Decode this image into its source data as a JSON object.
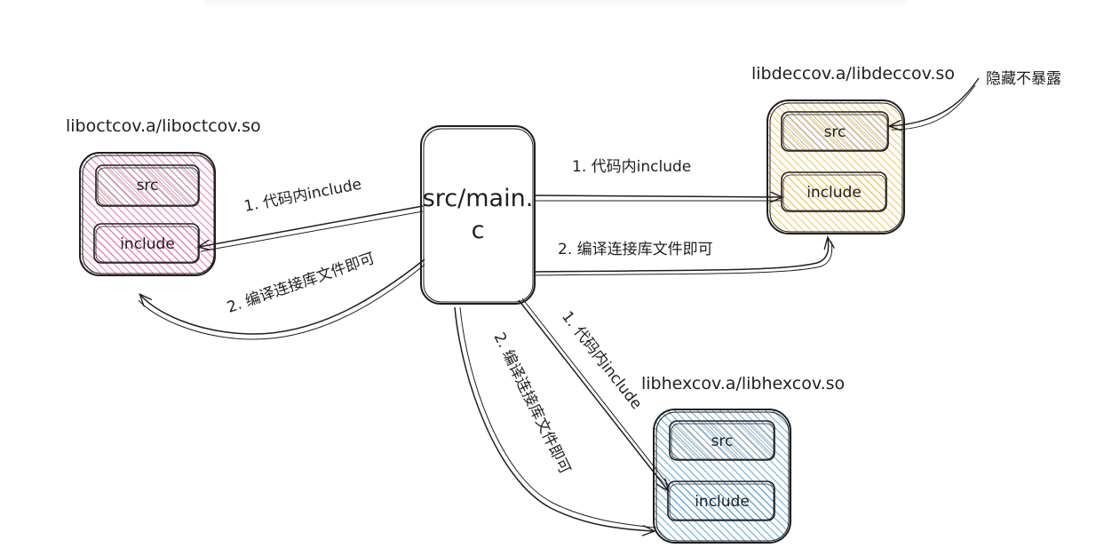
{
  "diagram": {
    "main_node": {
      "line1": "src/main.",
      "line2": "c"
    },
    "libraries": {
      "oct": {
        "title": "liboctcov.a/liboctcov.so",
        "src_label": "src",
        "include_label": "include",
        "color": "#e8589a"
      },
      "dec": {
        "title": "libdeccov.a/libdeccov.so",
        "src_label": "src",
        "include_label": "include",
        "color": "#f2b531"
      },
      "hex": {
        "title": "libhexcov.a/libhexcov.so",
        "src_label": "src",
        "include_label": "include",
        "color": "#3b8fd6"
      }
    },
    "edges": {
      "oct_include": "1. 代码内include",
      "oct_link": "2. 编译连接库文件即可",
      "dec_include": "1. 代码内include",
      "dec_link": "2. 编译连接库文件即可",
      "hex_include": "1. 代码内include",
      "hex_link": "2. 编译连接库文件即可"
    },
    "annotation": "隐藏不暴露"
  }
}
